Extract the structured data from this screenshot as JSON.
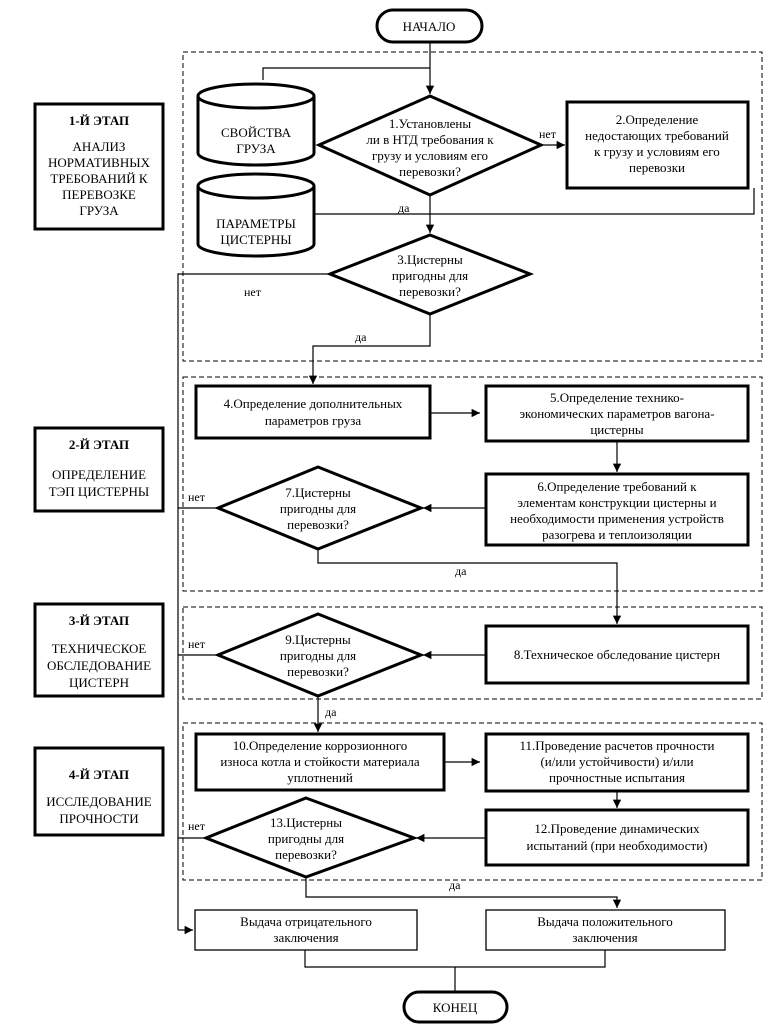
{
  "stages": [
    {
      "title": "1-Й ЭТАП",
      "desc": [
        "АНАЛИЗ",
        "НОРМАТИВНЫХ",
        "ТРЕБОВАНИЙ К",
        "ПЕРЕВОЗКЕ",
        "ГРУЗА"
      ]
    },
    {
      "title": "2-Й ЭТАП",
      "desc": [
        "ОПРЕДЕЛЕНИЕ",
        "ТЭП ЦИСТЕРНЫ"
      ]
    },
    {
      "title": "3-Й ЭТАП",
      "desc": [
        "ТЕХНИЧЕСКОЕ",
        "ОБСЛЕДОВАНИЕ",
        "ЦИСТЕРН"
      ]
    },
    {
      "title": "4-Й ЭТАП",
      "desc": [
        "ИССЛЕДОВАНИЕ",
        "ПРОЧНОСТИ"
      ]
    }
  ],
  "terminals": {
    "start": "НАЧАЛО",
    "end": "КОНЕЦ"
  },
  "databases": {
    "cargo_props": [
      "СВОЙСТВА",
      "ГРУЗА"
    ],
    "tank_params": [
      "ПАРАМЕТРЫ",
      "ЦИСТЕРНЫ"
    ]
  },
  "decisions": {
    "d1": [
      "1.Установлены",
      "ли в НТД требования к",
      "грузу и условиям его",
      "перевозки?"
    ],
    "d3": [
      "3.Цистерны",
      "пригодны для",
      "перевозки?"
    ],
    "d7": [
      "7.Цистерны",
      "пригодны для",
      "перевозки?"
    ],
    "d9": [
      "9.Цистерны",
      "пригодны для",
      "перевозки?"
    ],
    "d13": [
      "13.Цистерны",
      "пригодны для",
      "перевозки?"
    ]
  },
  "processes": {
    "p2": [
      "2.Определение",
      "недостающих требований",
      "к грузу и условиям его",
      "перевозки"
    ],
    "p4": [
      "4.Определение дополнительных",
      "параметров груза"
    ],
    "p5": [
      "5.Определение технико-",
      "экономических параметров вагона-",
      "цистерны"
    ],
    "p6": [
      "6.Определение требований к",
      "элементам конструкции цистерны и",
      "необходимости применения устройств",
      "разогрева и теплоизоляции"
    ],
    "p8": [
      "8.Техническое обследование  цистерн"
    ],
    "p10": [
      "10.Определение коррозионного",
      "износа котла и стойкости материала",
      "уплотнений"
    ],
    "p11": [
      "11.Проведение расчетов прочности",
      "(и/или устойчивости) и/или",
      "прочностные испытания"
    ],
    "p12": [
      "12.Проведение динамических",
      "испытаний (при необходимости)"
    ],
    "neg": [
      "Выдача отрицательного",
      "заключения"
    ],
    "pos": [
      "Выдача положительного",
      "заключения"
    ]
  },
  "labels": {
    "yes": "да",
    "no": "нет"
  }
}
